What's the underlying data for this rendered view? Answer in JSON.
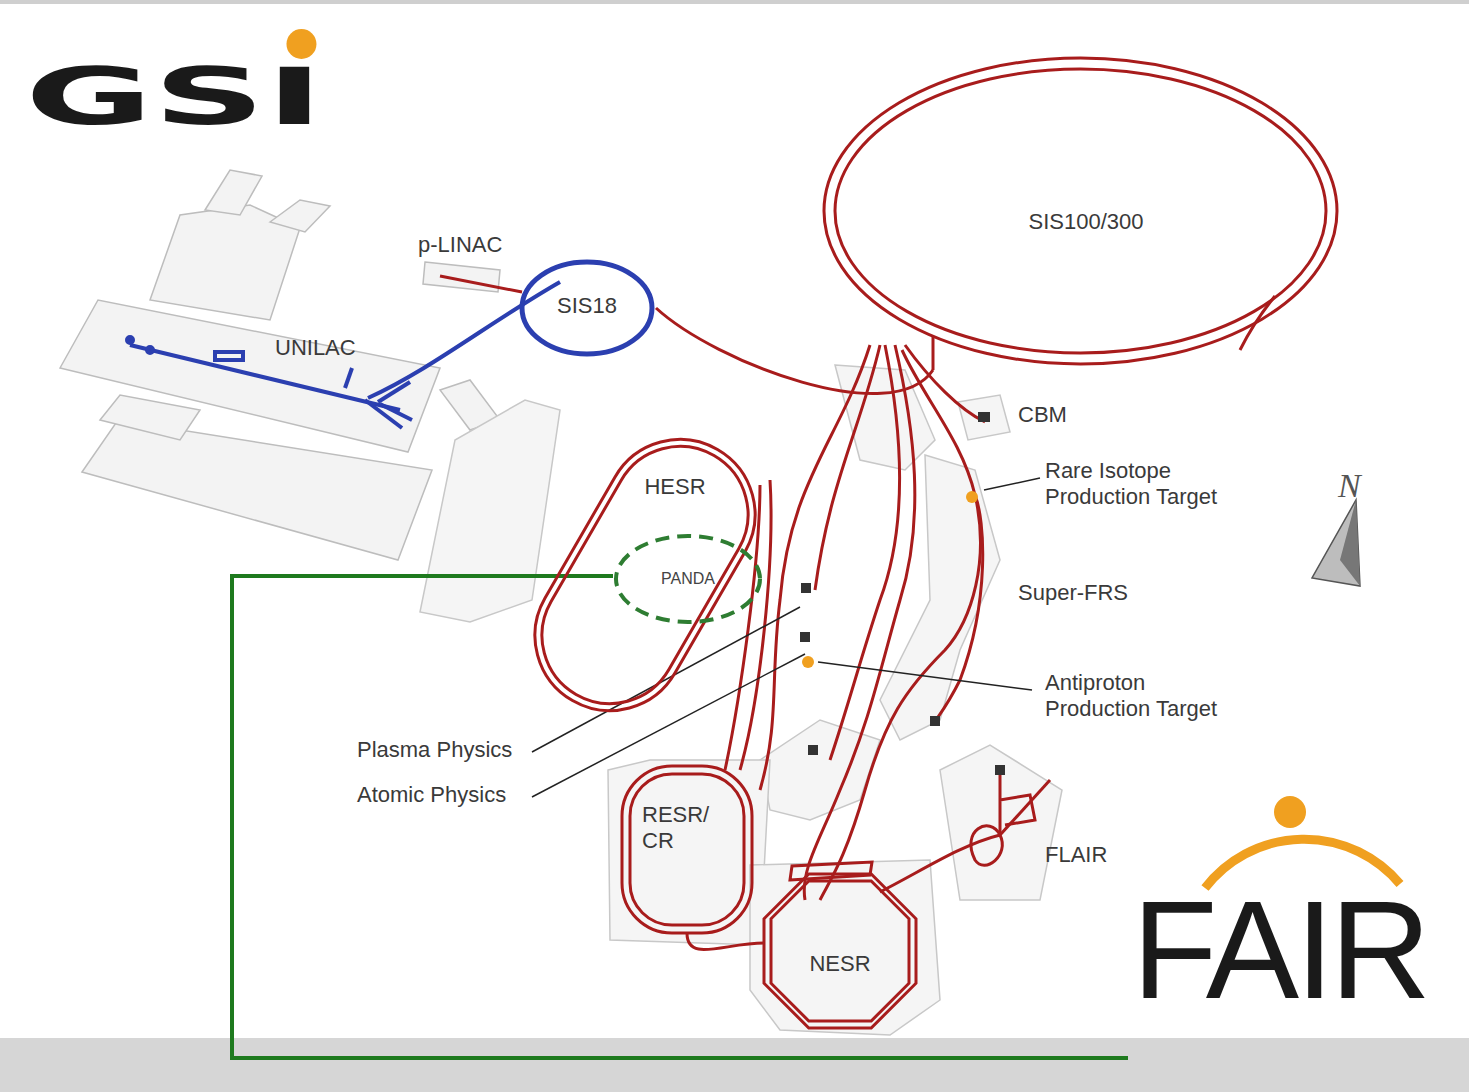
{
  "diagram": {
    "nodes": [
      {
        "text": [
          "SIS100/300"
        ]
      },
      {
        "text": [
          "SIS18"
        ]
      },
      {
        "text": [
          "HESR"
        ]
      },
      {
        "text": [
          "PANDA"
        ],
        "in": 2
      },
      {
        "text": [
          "RESR/ CR"
        ]
      },
      {
        "text": [
          "NESR"
        ]
      }
    ],
    "edges": [
      {
        "from": 1,
        "to": 0,
        "arrow": "none"
      },
      {
        "from": 4,
        "to": 5,
        "arrow": "none"
      }
    ],
    "labels": [
      "GSI",
      "p-LINAC",
      "UNILAC",
      "CBM",
      "Rare Isotope Production Target",
      "N",
      "Super-FRS",
      "Antiproton Production Target",
      "Plasma Physics",
      "Atomic Physics",
      "FLAIR",
      "FAIR"
    ]
  }
}
